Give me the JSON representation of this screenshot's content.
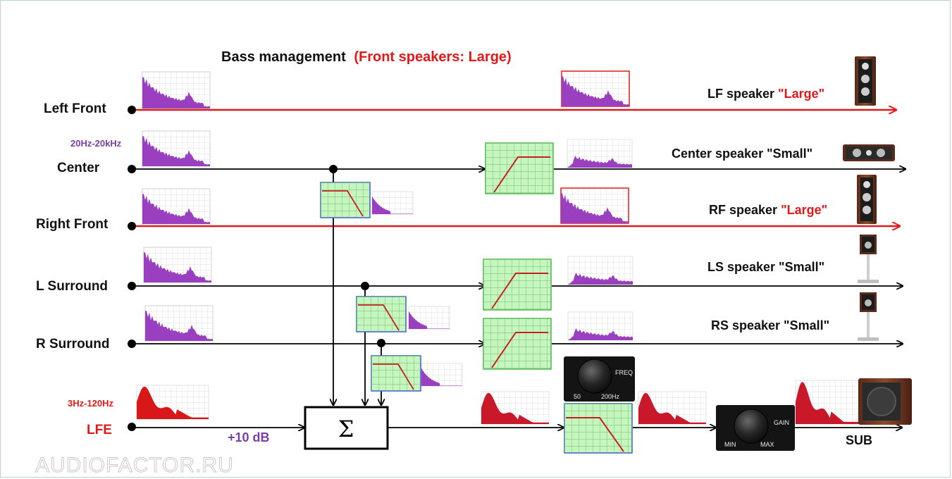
{
  "title": {
    "main": "Bass management",
    "highlight": "(Front speakers: Large)"
  },
  "inputs": {
    "left_front": "Left Front",
    "center": "Center",
    "center_range": "20Hz-20kHz",
    "right_front": "Right Front",
    "l_surround": "L Surround",
    "r_surround": "R Surround",
    "lfe": "LFE",
    "lfe_range": "3Hz-120Hz"
  },
  "outputs": {
    "lf": {
      "prefix": "LF speaker ",
      "mode": "\"Large\""
    },
    "center": "Center speaker \"Small\"",
    "rf": {
      "prefix": "RF speaker ",
      "mode": "\"Large\""
    },
    "ls": "LS speaker \"Small\"",
    "rs": "RS speaker \"Small\"",
    "sub": "SUB"
  },
  "lfe_gain": "+10 dB",
  "summer_symbol": "Σ",
  "freq_knob": {
    "label": "FREQ",
    "min": "50",
    "max": "200Hz"
  },
  "gain_knob": {
    "label": "GAIN",
    "min": "MIN",
    "max": "MAX"
  },
  "watermark": "AUDIOFACTOR.RU",
  "colors": {
    "large_line": "#e01a1a",
    "signal_line": "#000000",
    "spectrum_full": "#9a3fc0",
    "spectrum_lfe": "#d81818",
    "filter_bg": "#b9f0b3",
    "filter_curve": "#c82020",
    "label_accent": "#7a3fa8"
  }
}
